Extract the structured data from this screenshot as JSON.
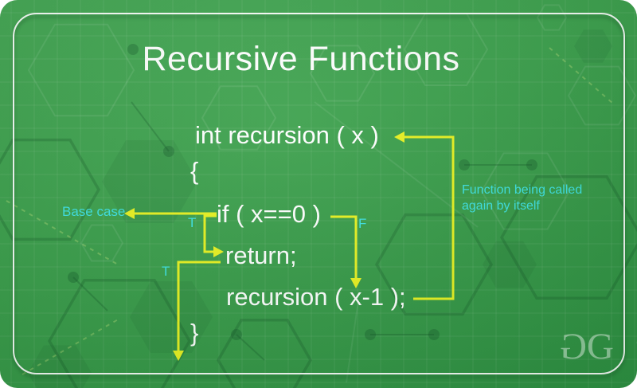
{
  "title": "Recursive Functions",
  "code": {
    "signature": "int recursion ( x )",
    "open_brace": "{",
    "if_line": "if ( x==0 )",
    "return_line": "return;",
    "recursive_call": "recursion ( x-1 );",
    "close_brace": "}"
  },
  "annotations": {
    "base_case": "Base case",
    "true_label_1": "T",
    "true_label_2": "T",
    "false_label": "F",
    "recursion_note": "Function being called again by itself"
  },
  "logo": {
    "g1": "G",
    "g2": "G"
  },
  "colors": {
    "background_green": "#3c9d4b",
    "arrow_yellow": "#e9f222",
    "label_cyan": "#3fe2e4",
    "code_white": "#ffffff",
    "border_white": "#ffffff"
  }
}
